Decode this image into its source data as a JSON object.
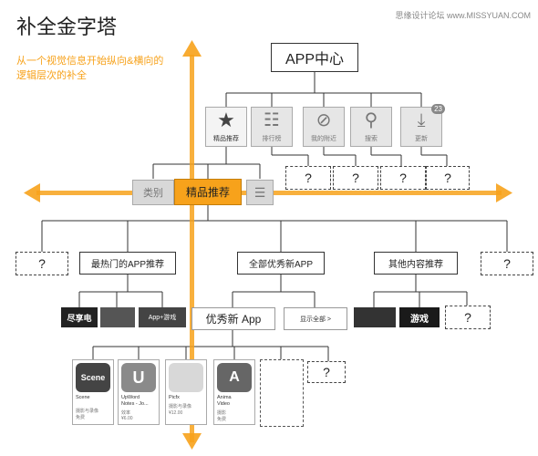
{
  "header": {
    "title": "补全金字塔",
    "watermark": "思缘设计论坛 www.MISSYUAN.COM",
    "subtitle_line1": "从一个视觉信息开始纵向&横向的",
    "subtitle_line2": "逻辑层次的补全"
  },
  "root": {
    "label": "APP中心"
  },
  "level1": {
    "tabs": [
      {
        "label": "精品推荐",
        "icon": "star-icon"
      },
      {
        "label": "排行榜",
        "icon": "list-icon"
      },
      {
        "label": "我的附近",
        "icon": "compass-icon"
      },
      {
        "label": "搜索",
        "icon": "search-icon"
      },
      {
        "label": "更新",
        "icon": "download-icon",
        "badge": "23"
      }
    ],
    "placeholders": [
      "?",
      "?",
      "?",
      "?"
    ]
  },
  "level2": {
    "left_label": "类别",
    "center_label": "精品推荐",
    "right_icon": "list-icon"
  },
  "level3": {
    "left_placeholder": "?",
    "right_placeholder": "?",
    "nodes": [
      "最热门的APP推荐",
      "全部优秀新APP",
      "其他内容推荐"
    ]
  },
  "level4": {
    "hot_chips": [
      "尽享电",
      "",
      "App+游戏"
    ],
    "featured_title": "优秀新 App",
    "show_all": "显示全部 >",
    "other_chips": [
      "",
      "游戏"
    ],
    "placeholder": "?"
  },
  "level5": {
    "apps": [
      {
        "logo": "Scene",
        "name": "Scene",
        "sub": "摄影与录像",
        "price": "免费",
        "color": "#444444"
      },
      {
        "logo": "U",
        "name": "UpWord\nNotes - Jo...",
        "sub": "效率",
        "price": "¥6.00",
        "color": "#8a8a8a"
      },
      {
        "logo": "",
        "name": "Picfx",
        "sub": "摄影与录像",
        "price": "¥12.00",
        "color": "#d8d8d8"
      },
      {
        "logo": "A",
        "name": "Anima\nVideo",
        "sub": "摄影",
        "price": "免费",
        "color": "#666666"
      }
    ],
    "placeholder": "?"
  },
  "colors": {
    "accent": "#f7a21b",
    "orange_fill": "#f7a21b",
    "line": "#333333"
  }
}
